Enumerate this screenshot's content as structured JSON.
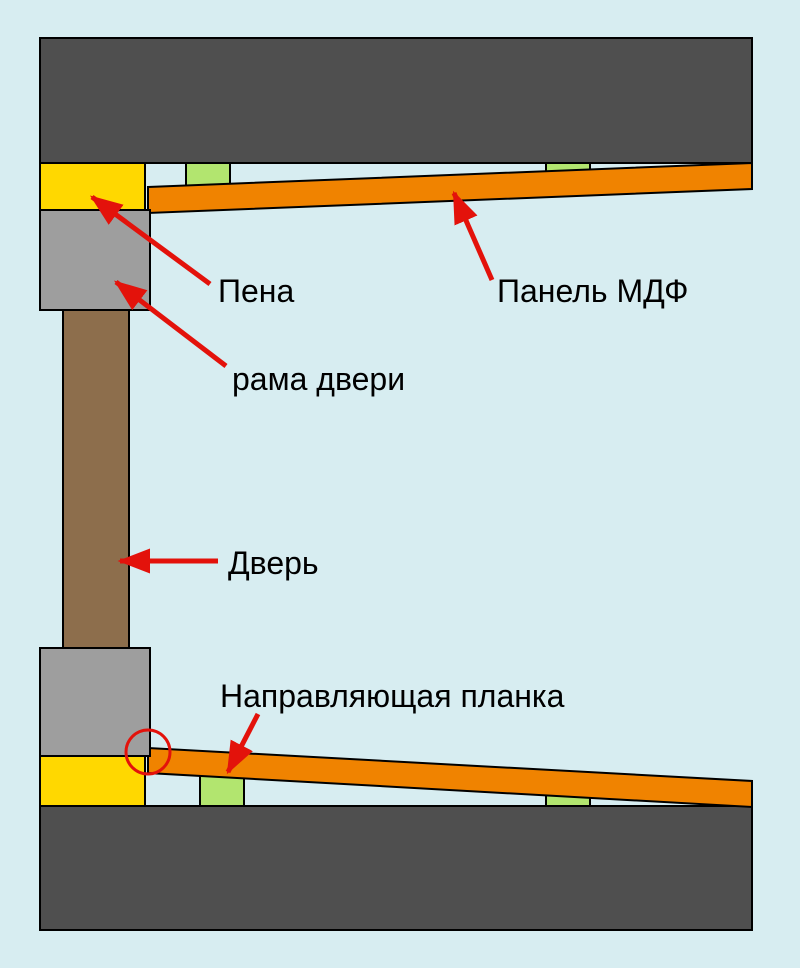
{
  "diagram": {
    "labels": {
      "foam": "Пена",
      "mdf_panel": "Панель МДФ",
      "door_frame": "рама двери",
      "door": "Дверь",
      "guide_strip": "Направляющая планка"
    },
    "colors": {
      "background": "#d7edf1",
      "wall": "#4f4f4f",
      "foam": "#ffd800",
      "frame": "#9e9e9e",
      "door": "#8d6e4c",
      "panel": "#f08300",
      "strip": "#b2e56f",
      "arrow": "#e3120b",
      "outline": "#000000",
      "text": "#000000"
    }
  }
}
